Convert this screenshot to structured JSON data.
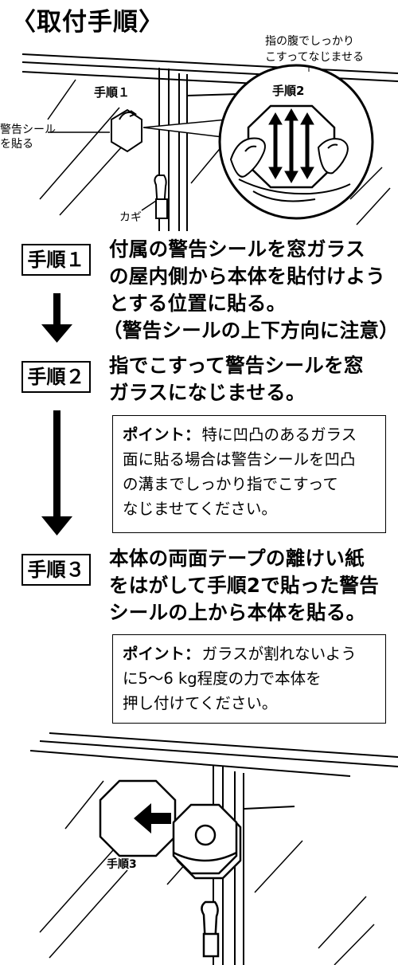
{
  "title": "〈取付手順〉",
  "top_illustration": {
    "step1_label": "手順１",
    "sticker_label_line1": "警告シール",
    "sticker_label_line2": "を貼る",
    "key_label": "カギ",
    "rub_label_line1": "指の腹でしっかり",
    "rub_label_line2": "こすってなじませる",
    "step2_label": "手順2"
  },
  "steps": [
    {
      "label": "手順１",
      "lines": [
        "付属の警告シールを窓ガラス",
        "の屋内側から本体を貼付けよう",
        "とする位置に貼る。",
        "（警告シールの上下方向に注意）"
      ]
    },
    {
      "label": "手順２",
      "lines": [
        "指でこすって警告シールを窓",
        "ガラスになじませる。"
      ],
      "point": {
        "label": "ポイント：",
        "lines": [
          "特に凹凸のあるガラス",
          "面に貼る場合は警告シールを凹凸",
          "の溝までしっかり指でこすって",
          "なじませてください。"
        ]
      }
    },
    {
      "label": "手順３",
      "lines": [
        "本体の両面テープの離けい紙",
        "をはがして手順2で貼った警告",
        "シールの上から本体を貼る。"
      ],
      "point": {
        "label": "ポイント：",
        "lines": [
          "ガラスが割れないよう",
          "に5〜6 kg程度の力で本体を",
          "押し付けてください。"
        ]
      }
    }
  ],
  "bottom_illustration": {
    "step3_label": "手順3"
  }
}
